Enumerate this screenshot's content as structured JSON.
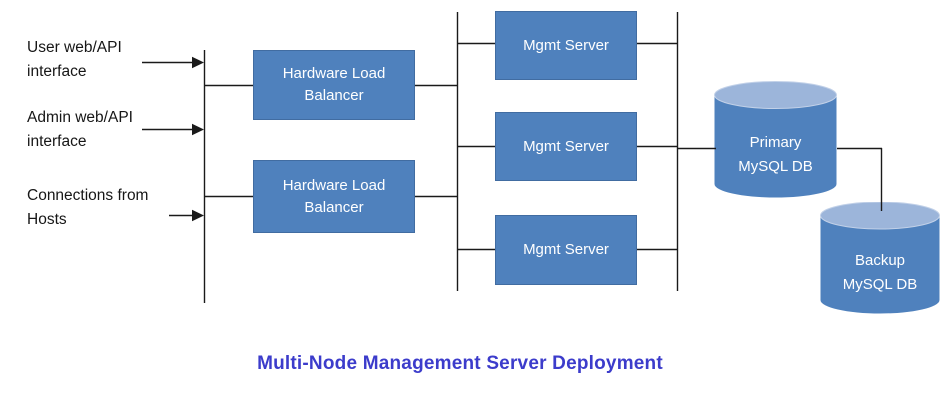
{
  "title": "Multi-Node Management Server Deployment",
  "colors": {
    "node_fill": "#4f81bd",
    "cylinder_body": "#4f81bd",
    "cylinder_top": "#9cb5da",
    "title_text": "#3c3ccb",
    "connector_line": "#1a1a1a",
    "node_text": "#ffffff",
    "label_text": "#161616"
  },
  "external_interfaces": [
    {
      "line1": "User web/API",
      "line2": "interface"
    },
    {
      "line1": "Admin web/API",
      "line2": "interface"
    },
    {
      "line1": "Connections from",
      "line2": "Hosts"
    }
  ],
  "load_balancers": [
    {
      "label": "Hardware Load Balancer"
    },
    {
      "label": "Hardware Load Balancer"
    }
  ],
  "mgmt_servers": [
    {
      "label": "Mgmt Server"
    },
    {
      "label": "Mgmt Server"
    },
    {
      "label": "Mgmt Server"
    }
  ],
  "databases": [
    {
      "line1": "Primary",
      "line2": "MySQL DB"
    },
    {
      "line1": "Backup",
      "line2": "MySQL DB"
    }
  ]
}
